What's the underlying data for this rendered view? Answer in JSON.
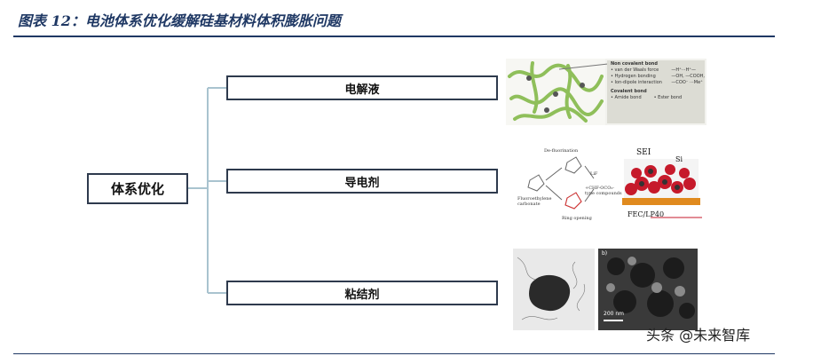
{
  "header": {
    "title": "图表 12：电池体系优化缓解硅基材料体积膨胀问题"
  },
  "diagram": {
    "root": "体系优化",
    "branches": [
      {
        "label": "电解液"
      },
      {
        "label": "导电剂"
      },
      {
        "label": "粘结剂"
      }
    ]
  },
  "figures": {
    "electrolyte": {
      "legend_title1": "Non covalent bond",
      "legend_items": [
        "• van der Waals force",
        "• Hydrogen bonding",
        "• Ion-dipole interaction"
      ],
      "legend_right": [
        "—H⁺···H⁺—",
        "—OH, —COOH,",
        "—COO⁻ ···Me⁺"
      ],
      "legend_title2": "Covalent bond",
      "legend_items2": [
        "• Amide bond",
        "• Ester bond"
      ]
    },
    "conductive": {
      "label_defluorination": "De-fluorination",
      "label_fec": "Fluoroethylene carbonate",
      "label_ring": "Ring opening",
      "label_lif": "LiF",
      "label_chf": "+CHF-OCO₂- type compounds",
      "label_sei": "SEI",
      "label_si": "Si",
      "label_fec_lp": "FEC/LP40"
    },
    "binder": {
      "scale_bar": "200 nm",
      "panel_tag": "b)"
    }
  },
  "watermark": "头条 @未来智库"
}
